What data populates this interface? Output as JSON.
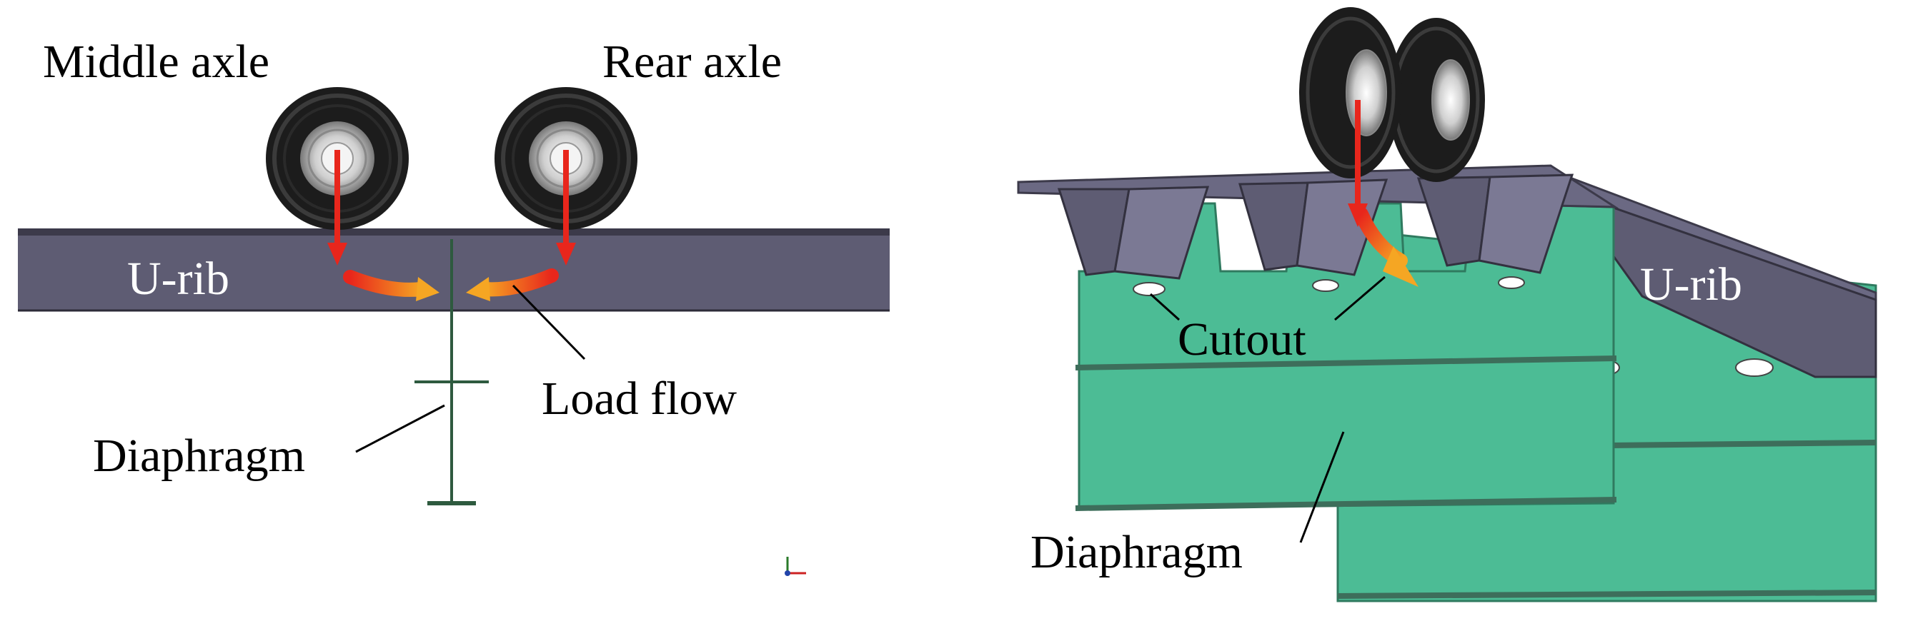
{
  "left_panel": {
    "label_middle_axle": "Middle axle",
    "label_rear_axle": "Rear axle",
    "label_urib": "U-rib",
    "label_load_flow": "Load flow",
    "label_diaphragm": "Diaphragm"
  },
  "right_panel": {
    "label_urib": "U-rib",
    "label_cutout": "Cutout",
    "label_diaphragm": "Diaphragm"
  },
  "colors": {
    "urib": "#5e5c73",
    "urib_dark": "#3c3a4a",
    "diaphragm_line": "#2e5a3f",
    "diaphragm_fill": "#4cbc95",
    "load_arrow": "#e8261c",
    "tire": "#1c1c1c",
    "text": "#000000"
  }
}
